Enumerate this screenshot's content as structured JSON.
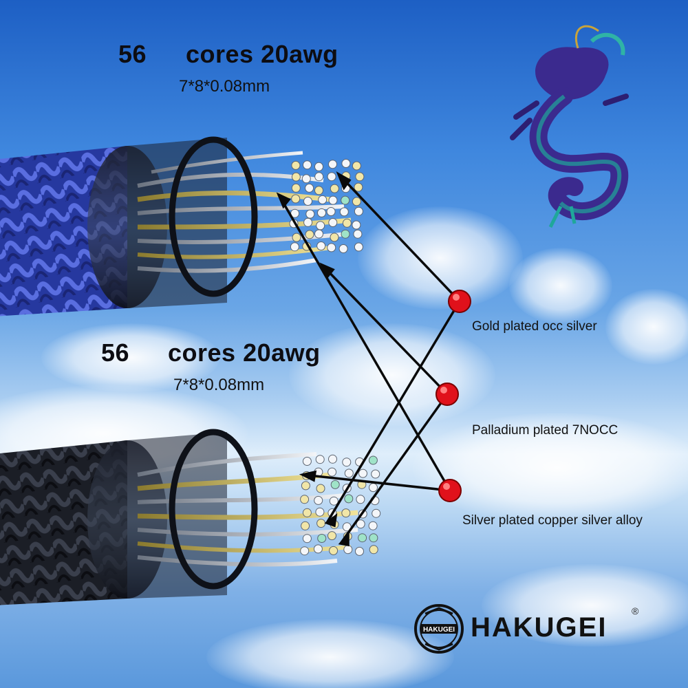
{
  "top_cable": {
    "count": "56",
    "label": "cores 20awg",
    "spec": "7*8*0.08mm"
  },
  "bottom_cable": {
    "count": "56",
    "label": "cores 20awg",
    "spec": "7*8*0.08mm"
  },
  "callouts": [
    {
      "label": "Gold plated occ silver"
    },
    {
      "label": "Palladium plated 7NOCC"
    },
    {
      "label": "Silver plated copper silver alloy"
    }
  ],
  "brand": {
    "name": "HAKUGEI",
    "logo_text": "HAKUGEI",
    "registered_mark": "®"
  },
  "colors": {
    "dot": "#e0111b",
    "top_sleeve": "#2a3fb0",
    "bottom_sleeve": "#1a1d24",
    "dragon": "#3b2a8e"
  },
  "icons": [
    "dragon-illustration",
    "hakugei-logo-emblem"
  ]
}
